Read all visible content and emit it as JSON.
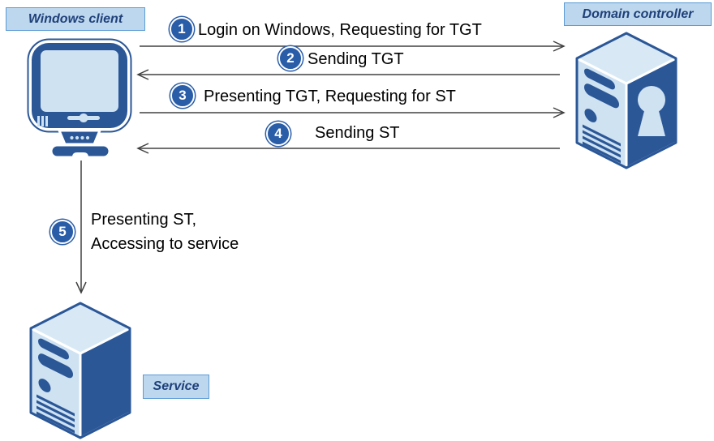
{
  "nodes": {
    "windows_client": {
      "label": "Windows client"
    },
    "domain_controller": {
      "label": "Domain controller"
    },
    "service": {
      "label": "Service"
    }
  },
  "steps": [
    {
      "num": "1",
      "label": "Login on Windows, Requesting for TGT",
      "direction": "right"
    },
    {
      "num": "2",
      "label": "Sending TGT",
      "direction": "left"
    },
    {
      "num": "3",
      "label": "Presenting TGT, Requesting for ST",
      "direction": "right"
    },
    {
      "num": "4",
      "label": "Sending ST",
      "direction": "left"
    },
    {
      "num": "5",
      "label_line1": "Presenting ST,",
      "label_line2": "Accessing to service",
      "direction": "down"
    }
  ],
  "icons": {
    "windows_client": "desktop-computer-icon",
    "domain_controller": "server-with-keyhole-icon",
    "service": "server-icon"
  },
  "colors": {
    "icon_dark": "#2B5797",
    "icon_light": "#CEE2F2",
    "icon_top": "#D8E9F5",
    "label_bg": "#BDD7EE",
    "label_border": "#5B9BD5",
    "label_text": "#1F4079",
    "badge_bg": "#2A5DA8",
    "arrow": "#404040",
    "text": "#000000"
  }
}
